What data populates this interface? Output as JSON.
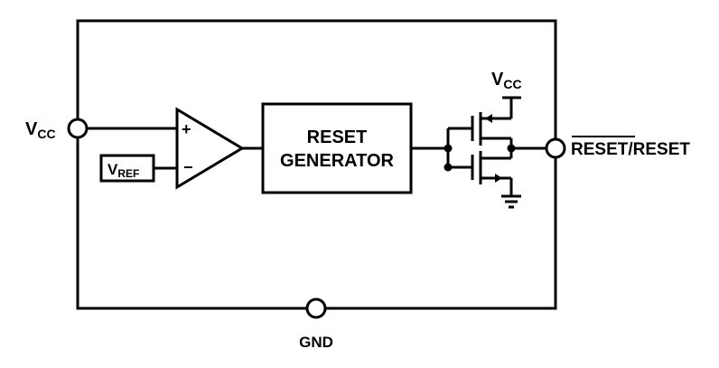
{
  "pins": {
    "vcc_in": {
      "main": "V",
      "sub": "CC"
    },
    "output": {
      "main": "RESET/RESET",
      "overline_part": "RESET"
    },
    "gnd": "GND"
  },
  "comparator": {
    "plus": "+",
    "minus": "−"
  },
  "vref": {
    "main": "V",
    "sub": "REF"
  },
  "reset_generator": {
    "line1": "RESET",
    "line2": "GENERATOR"
  },
  "vcc_supply": {
    "main": "V",
    "sub": "CC"
  },
  "colors": {
    "stroke": "#000000",
    "background": "#ffffff"
  }
}
